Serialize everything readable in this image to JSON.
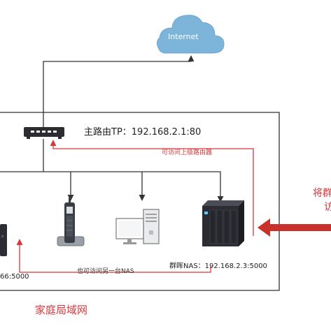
{
  "internet": {
    "label": "Internet"
  },
  "router": {
    "label": "主路由TP：192.168.2.1:80"
  },
  "arrows": {
    "access_upper_router": "可访问上级路由器",
    "access_other_nas": "也可访问另一台NAS"
  },
  "nas": {
    "label": "群晖NAS：192.168.2.3:5000"
  },
  "left_device": {
    "label": "66:5000"
  },
  "lan": {
    "label": "家庭局域网"
  },
  "right_side": {
    "line1": "将群",
    "line2": "访"
  },
  "colors": {
    "cloud_fill": "#7db5da",
    "arrow_red": "#d9363a",
    "lan_border": "#333333",
    "device_dark": "#2b2d33"
  }
}
